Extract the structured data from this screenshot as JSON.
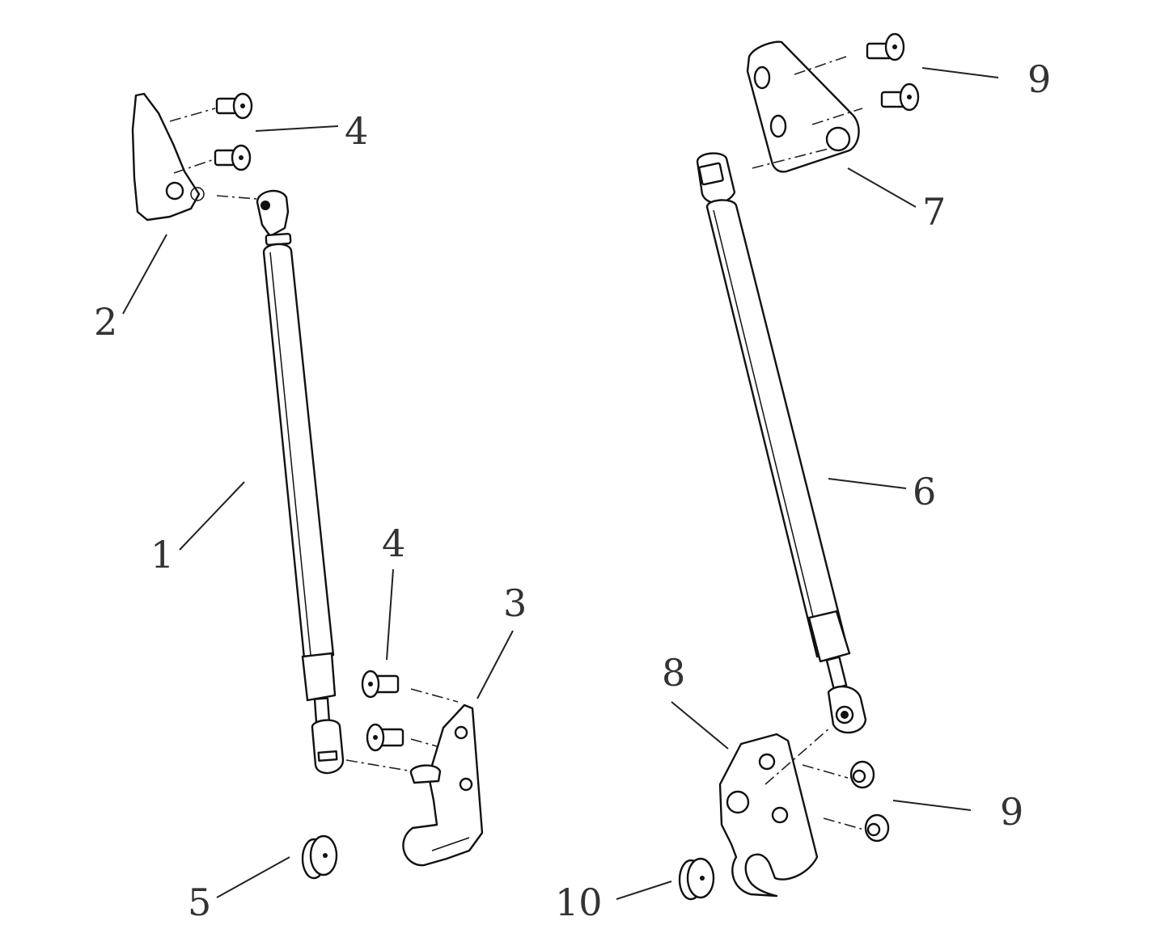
{
  "callouts": {
    "c1": "1",
    "c2": "2",
    "c3": "3",
    "c4a": "4",
    "c4b": "4",
    "c5": "5",
    "c6": "6",
    "c7": "7",
    "c8": "8",
    "c9a": "9",
    "c9b": "9",
    "c10": "10"
  },
  "parts": [
    {
      "id": "1",
      "name": "gas-strut-left"
    },
    {
      "id": "2",
      "name": "upper-bracket-left"
    },
    {
      "id": "3",
      "name": "lower-bracket-left"
    },
    {
      "id": "4",
      "name": "countersunk-screw"
    },
    {
      "id": "5",
      "name": "rubber-cap"
    },
    {
      "id": "6",
      "name": "gas-strut-right"
    },
    {
      "id": "7",
      "name": "upper-bracket-right"
    },
    {
      "id": "8",
      "name": "lower-bracket-right"
    },
    {
      "id": "9",
      "name": "countersunk-screw"
    },
    {
      "id": "10",
      "name": "rubber-cap"
    }
  ]
}
